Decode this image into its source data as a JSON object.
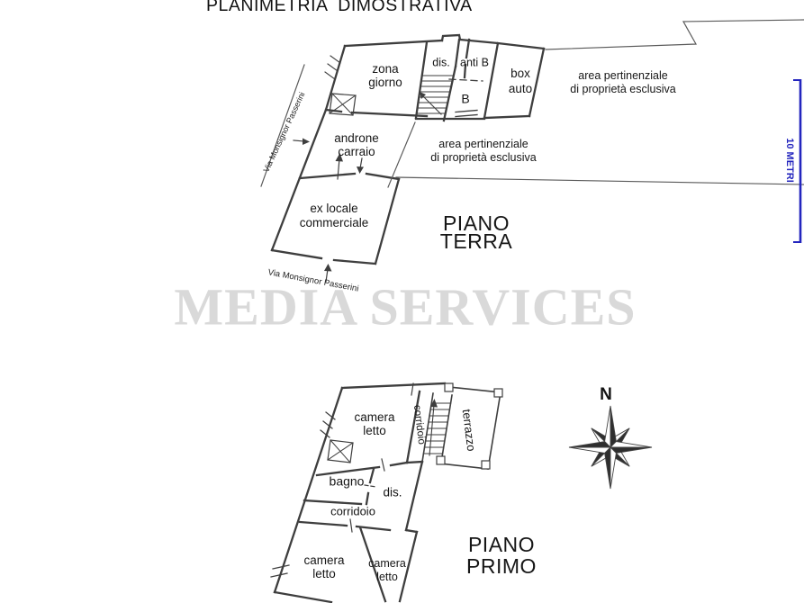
{
  "title": "PLANIMETRIA  DIMOSTRATIVA",
  "watermark": "MEDIA SERVICES",
  "scale_bar": {
    "label": "10 METRI",
    "color": "#2325be"
  },
  "compass": {
    "north": "N"
  },
  "ground_floor": {
    "floor_title": {
      "line1": "PIANO",
      "line2": "TERRA"
    },
    "rooms": {
      "zona_giorno": {
        "line1": "zona",
        "line2": "giorno"
      },
      "dis": "dis.",
      "anti_b": "anti B",
      "b": "B",
      "box_auto": {
        "line1": "box",
        "line2": "auto"
      },
      "androne_carraio": {
        "line1": "androne",
        "line2": "carraio"
      },
      "ex_locale": {
        "line1": "ex locale",
        "line2": "commerciale"
      }
    },
    "areas": {
      "pertinenziale_top": {
        "line1": "area pertinenziale",
        "line2": "di proprietà esclusiva"
      },
      "pertinenziale_mid": {
        "line1": "area pertinenziale",
        "line2": "di proprietà esclusiva"
      }
    },
    "streets": {
      "via_left": "Via Monsignor Passerini",
      "via_bottom": "Via Monsignor Passerini"
    }
  },
  "first_floor": {
    "floor_title": {
      "line1": "PIANO",
      "line2": "PRIMO"
    },
    "rooms": {
      "camera_letto_top": {
        "line1": "camera",
        "line2": "letto"
      },
      "corridoio_vertical": "corridoio",
      "terrazzo": "terrazzo",
      "bagno": "bagno",
      "dis": "dis.",
      "corridoio": "corridoio",
      "camera_letto_left": {
        "line1": "camera",
        "line2": "letto"
      },
      "camera_letto_right": {
        "line1": "camera",
        "line2": "letto"
      }
    }
  }
}
